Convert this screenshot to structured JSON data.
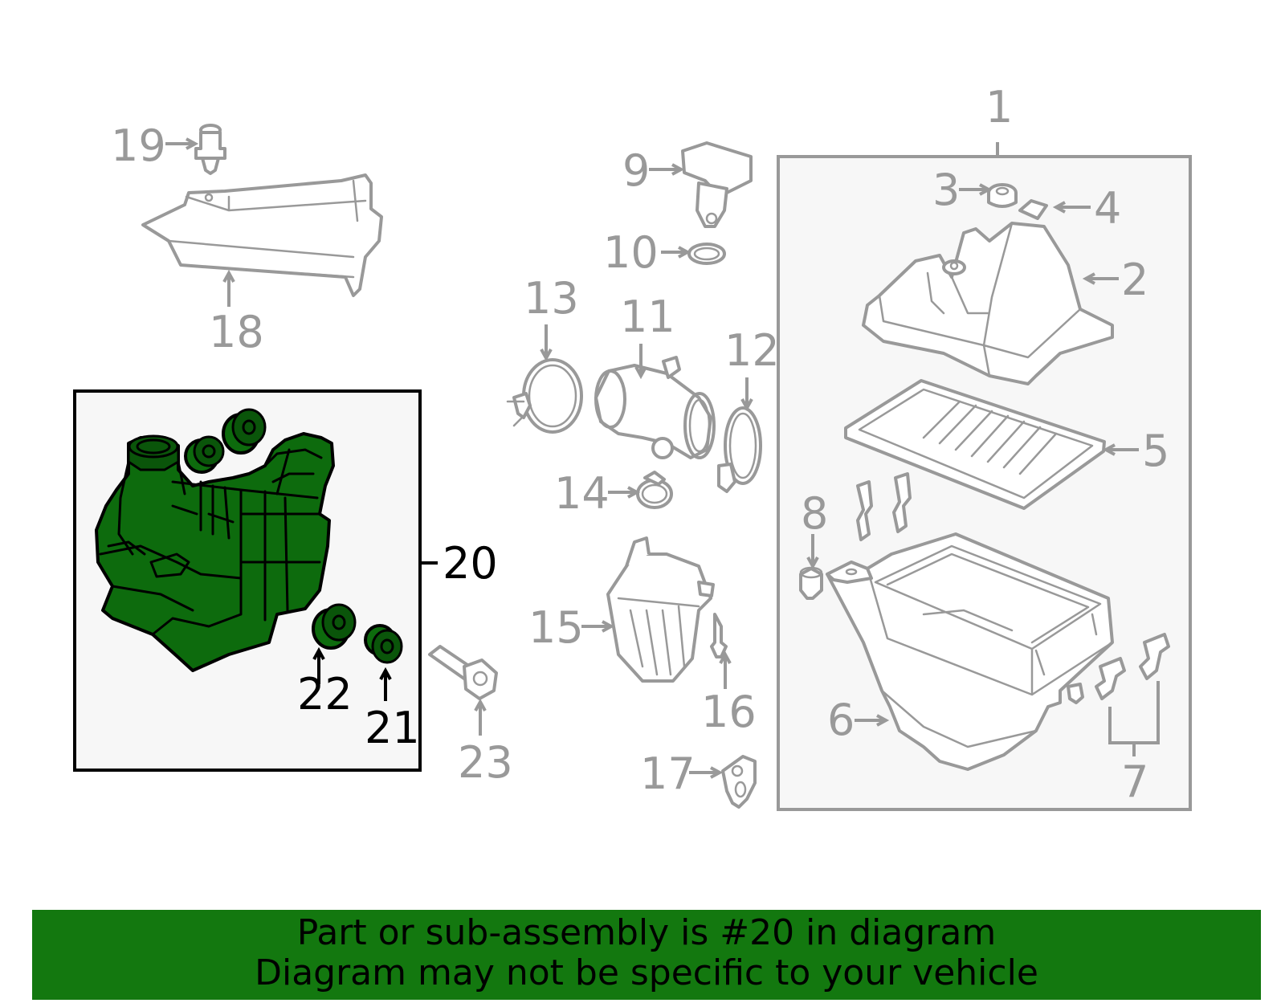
{
  "diagram": {
    "highlighted_part": "20",
    "callouts": {
      "c1": "1",
      "c2": "2",
      "c3": "3",
      "c4": "4",
      "c5": "5",
      "c6": "6",
      "c7": "7",
      "c8": "8",
      "c9": "9",
      "c10": "10",
      "c11": "11",
      "c12": "12",
      "c13": "13",
      "c14": "14",
      "c15": "15",
      "c16": "16",
      "c17": "17",
      "c18": "18",
      "c19": "19",
      "c20": "20",
      "c21": "21",
      "c22": "22",
      "c23": "23"
    },
    "colors": {
      "highlight_fill": "#0d6b0d",
      "line_grey": "#999999",
      "banner_bg": "#13780f",
      "box_bg": "#f7f7f7"
    }
  },
  "banner": {
    "line1": "Part or sub-assembly is #20 in diagram",
    "line2": "Diagram may not be specific to your vehicle"
  }
}
